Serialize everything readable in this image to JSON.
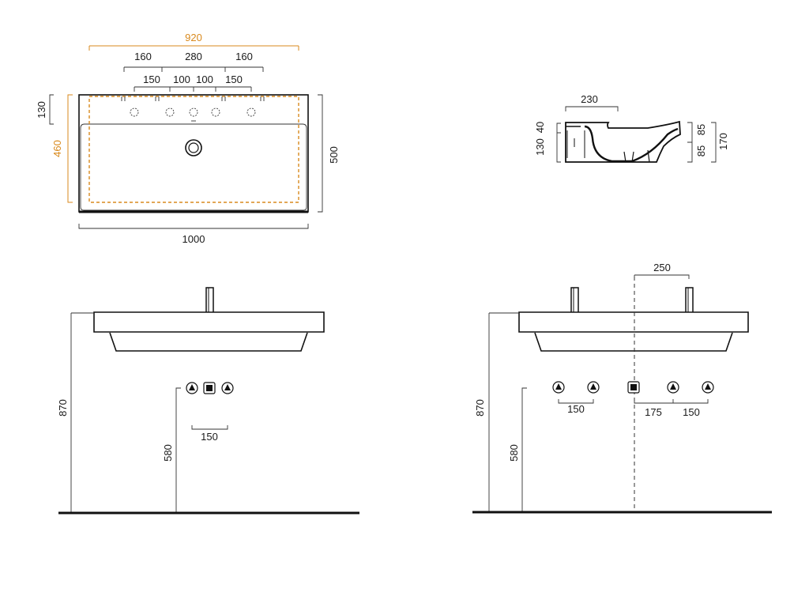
{
  "top_view": {
    "overall_width": "920",
    "seg_a": "160",
    "seg_b": "280",
    "seg_c": "160",
    "hole_a": "150",
    "hole_b": "100",
    "hole_c": "100",
    "hole_d": "150",
    "deck_depth": "130",
    "inner_depth": "460",
    "total_depth": "500",
    "total_width": "1000"
  },
  "side_view": {
    "depth": "230",
    "left_top": "40",
    "left_total": "130",
    "right_top": "85",
    "right_bottom": "85",
    "right_total": "170"
  },
  "front_view_left": {
    "height": "870",
    "pipe_height": "580",
    "spacing": "150"
  },
  "front_view_right": {
    "offset": "250",
    "height": "870",
    "pipe_height": "580",
    "spacing_left": "150",
    "center_offset": "175",
    "spacing_right": "150"
  },
  "colors": {
    "accent": "#d98a1e",
    "line": "#333333"
  }
}
